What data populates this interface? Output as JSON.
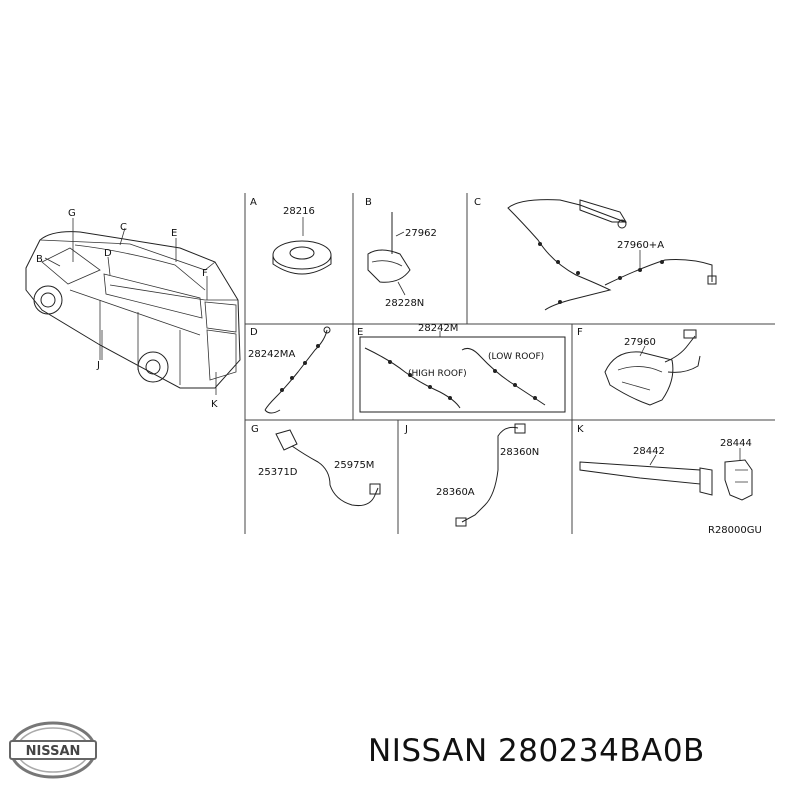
{
  "diagram": {
    "callouts": {
      "vehicle": [
        "G",
        "C",
        "E",
        "B",
        "D",
        "F",
        "J",
        "K"
      ],
      "panel_letters": [
        "A",
        "B",
        "C",
        "D",
        "E",
        "F",
        "G",
        "J",
        "K"
      ],
      "part_a": "28216",
      "part_b_rod": "27962",
      "part_b_base": "28228N",
      "part_c": "27960+A",
      "part_d": "28242MA",
      "part_e": "28242M",
      "part_e_high": "(HIGH ROOF)",
      "part_e_low": "(LOW ROOF)",
      "part_f": "27960",
      "part_g_a": "25371D",
      "part_g_b": "25975M",
      "part_j_a": "28360N",
      "part_j_b": "28360A",
      "part_k_a": "28442",
      "part_k_b": "28444"
    },
    "diagram_code": "R28000GU"
  },
  "brand": {
    "logo_text": "NISSAN",
    "part_title": "NISSAN 280234BA0B"
  }
}
